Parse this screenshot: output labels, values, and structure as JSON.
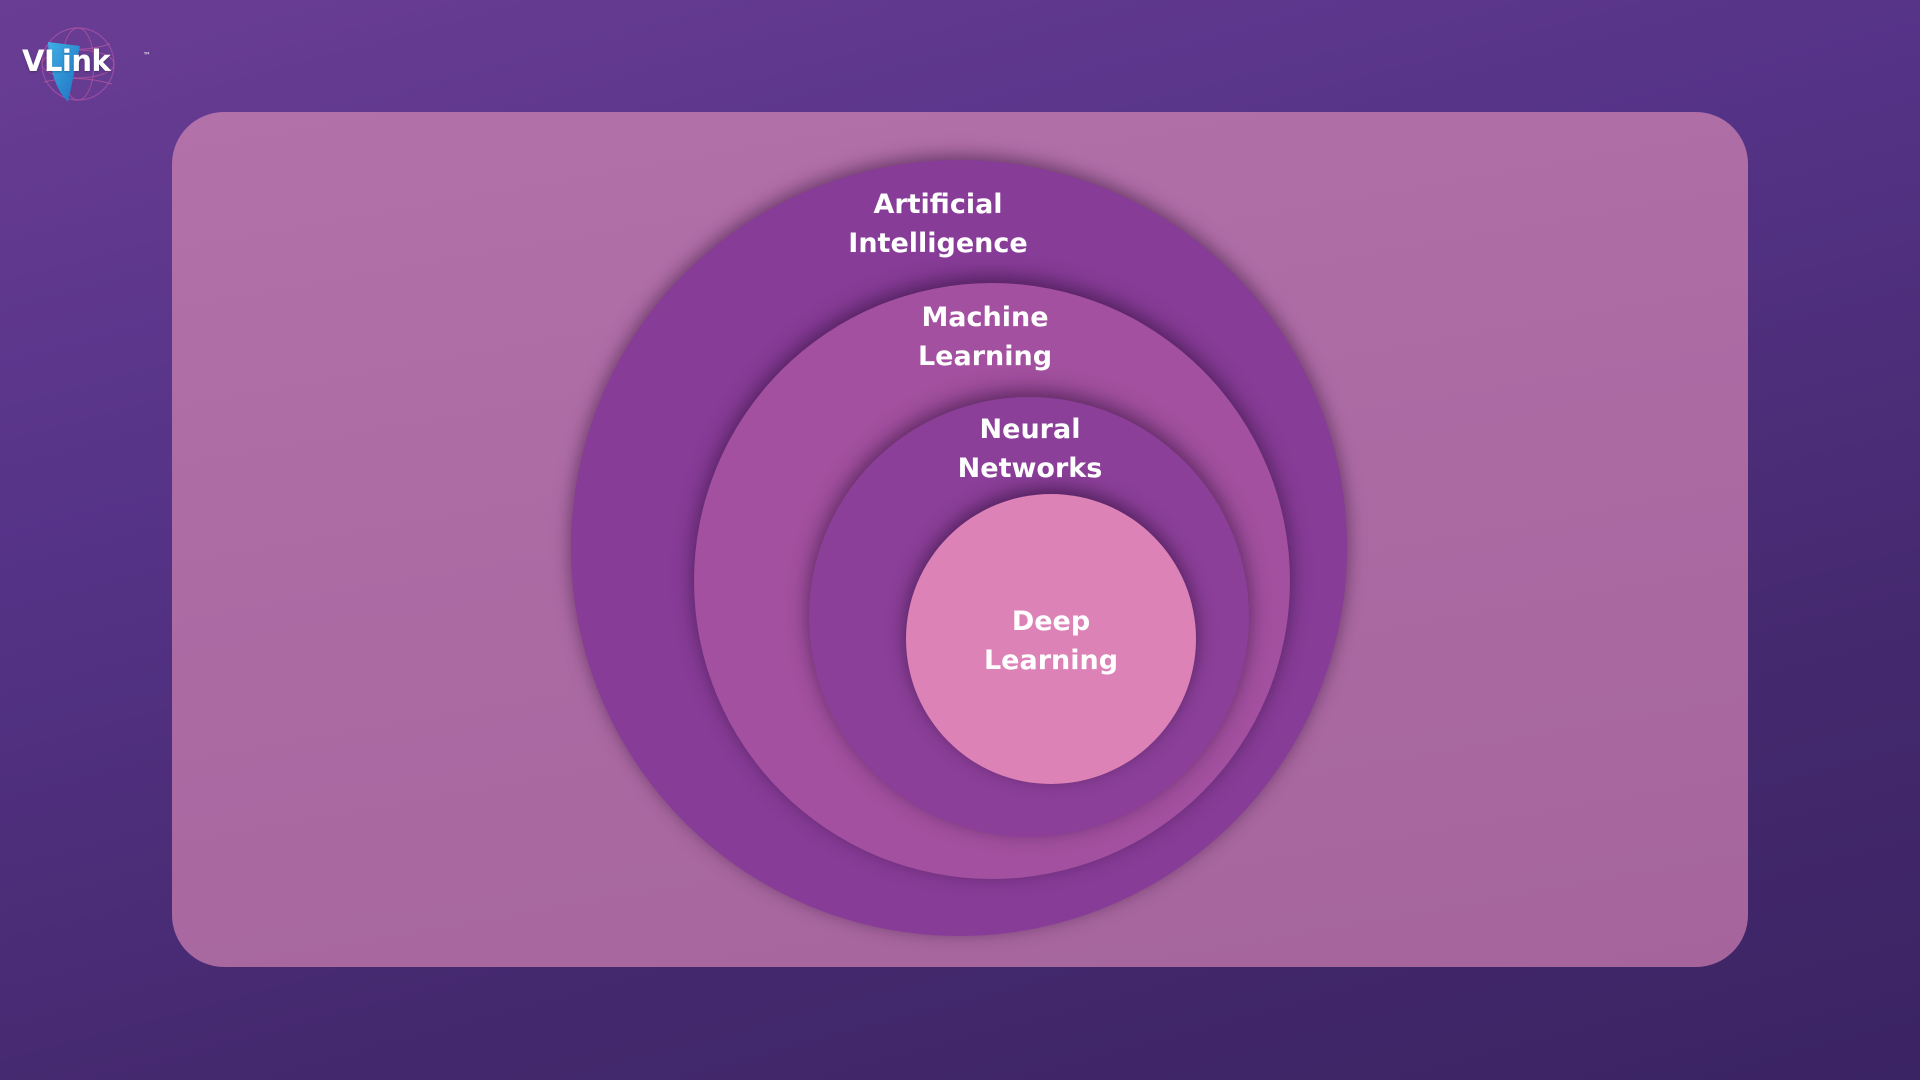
{
  "logo": {
    "name": "VLink",
    "trademark": "™"
  },
  "diagram": {
    "layers": [
      {
        "line1": "Artificial",
        "line2": "Intelligence",
        "color": "#873c97"
      },
      {
        "line1": "Machine",
        "line2": "Learning",
        "color": "#a2509f"
      },
      {
        "line1": "Neural",
        "line2": "Networks",
        "color": "#8b3f98"
      },
      {
        "line1": "Deep",
        "line2": "Learning",
        "color": "#dc82b6"
      }
    ],
    "panel_color": "#b06da6",
    "background_color": "#4f2d7f"
  }
}
